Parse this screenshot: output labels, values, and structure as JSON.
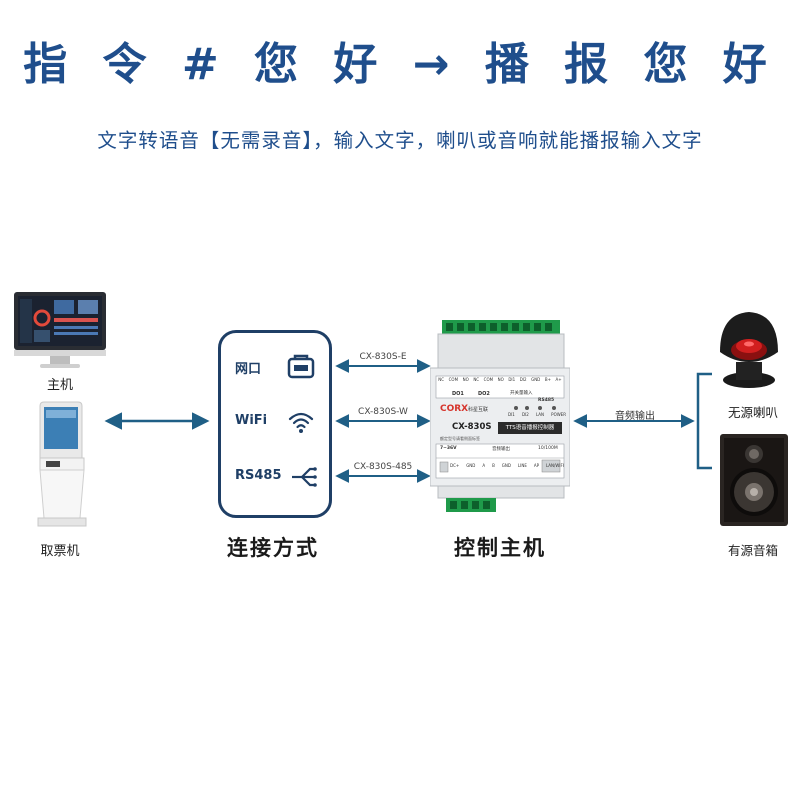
{
  "header": {
    "title": "指 令 # 您 好 → 播 报 您 好",
    "subtitle": "文字转语音【无需录音】，输入文字，喇叭或音响就能播报输入文字"
  },
  "devices": {
    "host_label": "主机",
    "kiosk_label": "取票机",
    "speaker_label": "无源喇叭",
    "cabinet_label": "有源音箱"
  },
  "connection": {
    "title": "连接方式",
    "items": [
      {
        "label": "网口",
        "icon": "ethernet-port-icon",
        "model": "CX-830S-E"
      },
      {
        "label": "WiFi",
        "icon": "wifi-icon",
        "model": "CX-830S-W"
      },
      {
        "label": "RS485",
        "icon": "rs485-branch-icon",
        "model": "CX-830S-485"
      }
    ]
  },
  "controller": {
    "title": "控制主机",
    "brand": "CORX",
    "brand_cn": "科星互联",
    "model": "CX-830S",
    "product_tag": "TTS语音播报控制器",
    "audio_out_label": "音频输出",
    "do1": "DO1",
    "do2": "DO2",
    "led_labels": [
      "DI1",
      "DI2",
      "LAN",
      "POWER"
    ],
    "switch_label": "开关量输入",
    "rs485_label": "RS485",
    "spec_label": "额定型号请看侧面标签",
    "port_group_power": "7~36V",
    "port_group_audio": "音频输出",
    "port_group_lan": "10/100M",
    "port_labels": [
      "DC+",
      "GND",
      "A",
      "B",
      "GND",
      "LINE",
      "AP",
      "LAN/WIFI"
    ],
    "top_terminals": [
      "NC",
      "COM",
      "NO",
      "NC",
      "COM",
      "NO",
      "DI1",
      "DI2",
      "GND",
      "B+",
      "A+"
    ]
  },
  "colors": {
    "accent_blue": "#1f4e8c",
    "arrow_blue": "#1f5f86",
    "box_border": "#1f3f66",
    "terminal_green": "#1f9a4a"
  }
}
